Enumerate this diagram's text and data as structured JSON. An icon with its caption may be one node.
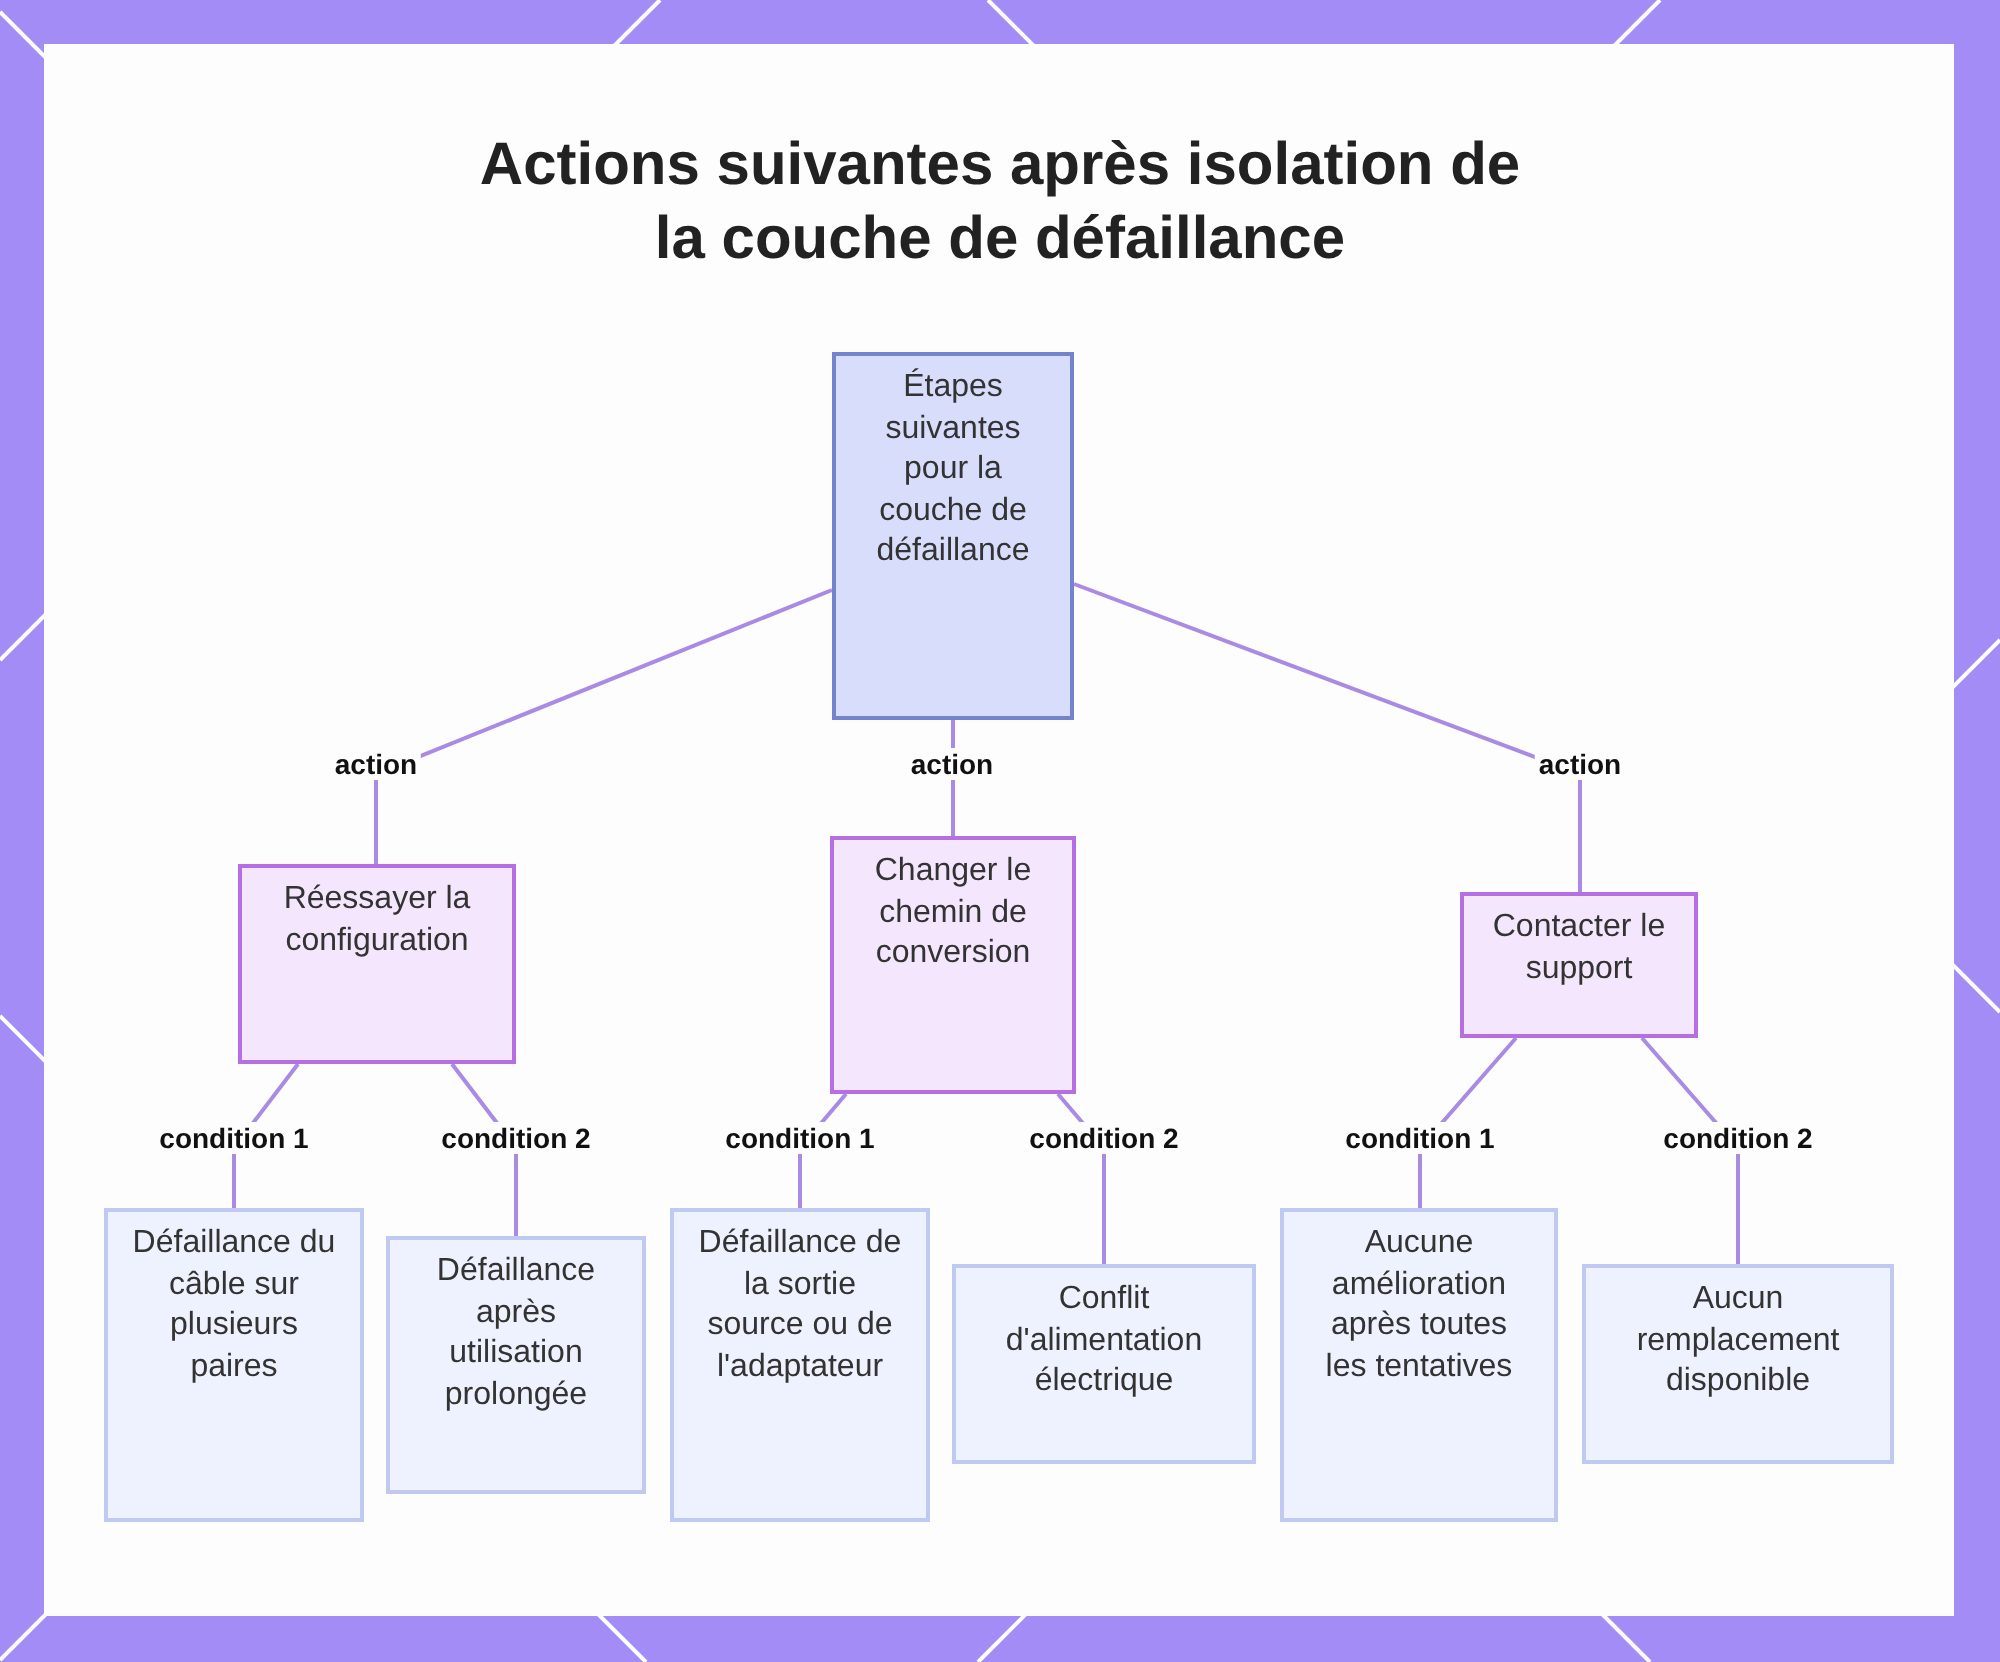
{
  "diagram": {
    "title": "Actions suivantes après isolation de la couche de défaillance",
    "nodes": [
      {
        "text": [
          "Étapes suivantes pour la couche de défaillance"
        ]
      },
      {
        "text": [
          "Réessayer la configuration"
        ]
      },
      {
        "text": [
          "Changer le chemin de conversion"
        ]
      },
      {
        "text": [
          "Contacter le support"
        ]
      },
      {
        "text": [
          "Défaillance du câble sur plusieurs paires"
        ]
      },
      {
        "text": [
          "Défaillance après utilisation prolongée"
        ]
      },
      {
        "text": [
          "Défaillance de la sortie source ou de l'adaptateur"
        ]
      },
      {
        "text": [
          "Conflit d'alimentation électrique"
        ]
      },
      {
        "text": [
          "Aucune amélioration après toutes les tentatives"
        ]
      },
      {
        "text": [
          "Aucun remplacement disponible"
        ]
      }
    ],
    "edges": [
      {
        "from": 0,
        "to": 1,
        "arrow": "none",
        "label": "action"
      },
      {
        "from": 0,
        "to": 2,
        "arrow": "none",
        "label": "action"
      },
      {
        "from": 0,
        "to": 3,
        "arrow": "none",
        "label": "action"
      },
      {
        "from": 1,
        "to": 4,
        "arrow": "none",
        "label": "condition 1"
      },
      {
        "from": 1,
        "to": 5,
        "arrow": "none",
        "label": "condition 2"
      },
      {
        "from": 2,
        "to": 6,
        "arrow": "none",
        "label": "condition 1"
      },
      {
        "from": 2,
        "to": 7,
        "arrow": "none",
        "label": "condition 2"
      },
      {
        "from": 3,
        "to": 8,
        "arrow": "none",
        "label": "condition 1"
      },
      {
        "from": 3,
        "to": 9,
        "arrow": "none",
        "label": "condition 2"
      }
    ]
  }
}
